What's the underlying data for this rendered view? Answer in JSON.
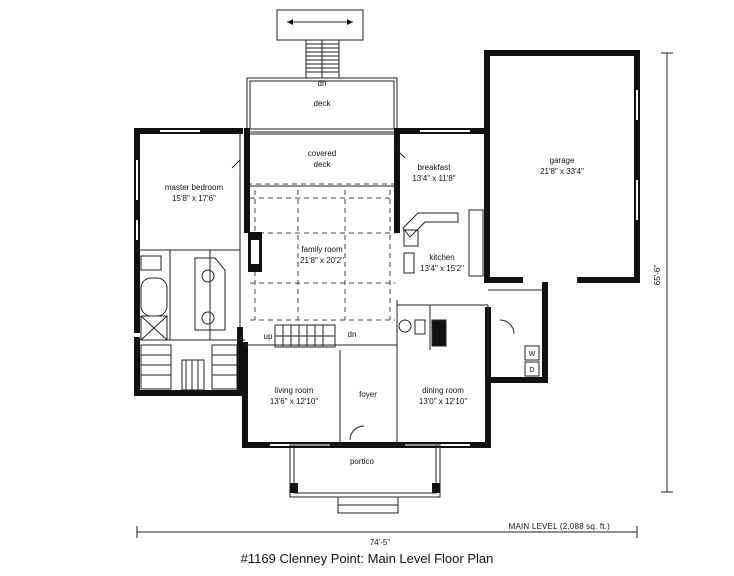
{
  "title": "#1169 Clenney Point: Main Level Floor Plan",
  "level_label": "MAIN LEVEL (2,088 sq. ft.)",
  "dimensions": {
    "width": "74'-5\"",
    "depth": "65'-6\""
  },
  "rooms": {
    "deck": {
      "name": "deck"
    },
    "covered_deck": {
      "name1": "covered",
      "name2": "deck"
    },
    "breakfast": {
      "name": "breakfast",
      "size": "13'4\" x 11'8\""
    },
    "garage": {
      "name": "garage",
      "size": "21'8\" x 33'4\""
    },
    "master": {
      "name": "master bedroom",
      "size": "15'8\" x 17'6\""
    },
    "family": {
      "name": "family room",
      "size": "21'8\" x 20'2\""
    },
    "kitchen": {
      "name": "kitchen",
      "size": "13'4\" x 15'2\""
    },
    "living": {
      "name": "living room",
      "size": "13'6\" x 12'10\""
    },
    "foyer": {
      "name": "foyer"
    },
    "dining": {
      "name": "dining room",
      "size": "13'0\" x 12'10\""
    },
    "portico": {
      "name": "portico"
    }
  },
  "stair_labels": {
    "deck_dn": "dn",
    "up": "up",
    "main_dn": "dn"
  },
  "appliances": {
    "washer": "W",
    "dryer": "D"
  }
}
